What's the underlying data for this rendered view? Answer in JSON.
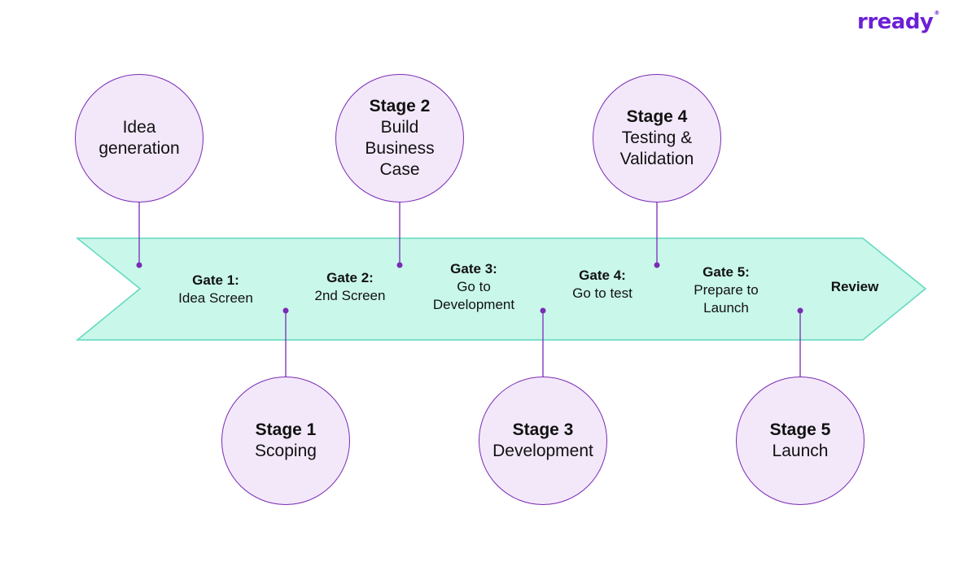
{
  "brand": {
    "name": "rready",
    "mark": "®"
  },
  "colors": {
    "arrow_fill": "#c9f7ea",
    "arrow_stroke": "#5fd9bf",
    "circle_fill": "#f3e8fa",
    "circle_stroke": "#7a2bb5",
    "connector": "#7a2bb5",
    "brand": "#6c1fd6"
  },
  "idea": {
    "title": "",
    "desc": "Idea\ngeneration"
  },
  "stages": [
    {
      "title": "Stage 1",
      "desc": "Scoping"
    },
    {
      "title": "Stage 2",
      "desc": "Build\nBusiness\nCase"
    },
    {
      "title": "Stage 3",
      "desc": "Development"
    },
    {
      "title": "Stage 4",
      "desc": "Testing &\nValidation"
    },
    {
      "title": "Stage 5",
      "desc": "Launch"
    }
  ],
  "gates": [
    {
      "title": "Gate 1:",
      "desc": "Idea Screen"
    },
    {
      "title": "Gate 2:",
      "desc": "2nd Screen"
    },
    {
      "title": "Gate 3:",
      "desc": "Go to\nDevelopment"
    },
    {
      "title": "Gate 4:",
      "desc": "Go to test"
    },
    {
      "title": "Gate 5:",
      "desc": "Prepare to\nLaunch"
    },
    {
      "title": "Review",
      "desc": ""
    }
  ]
}
